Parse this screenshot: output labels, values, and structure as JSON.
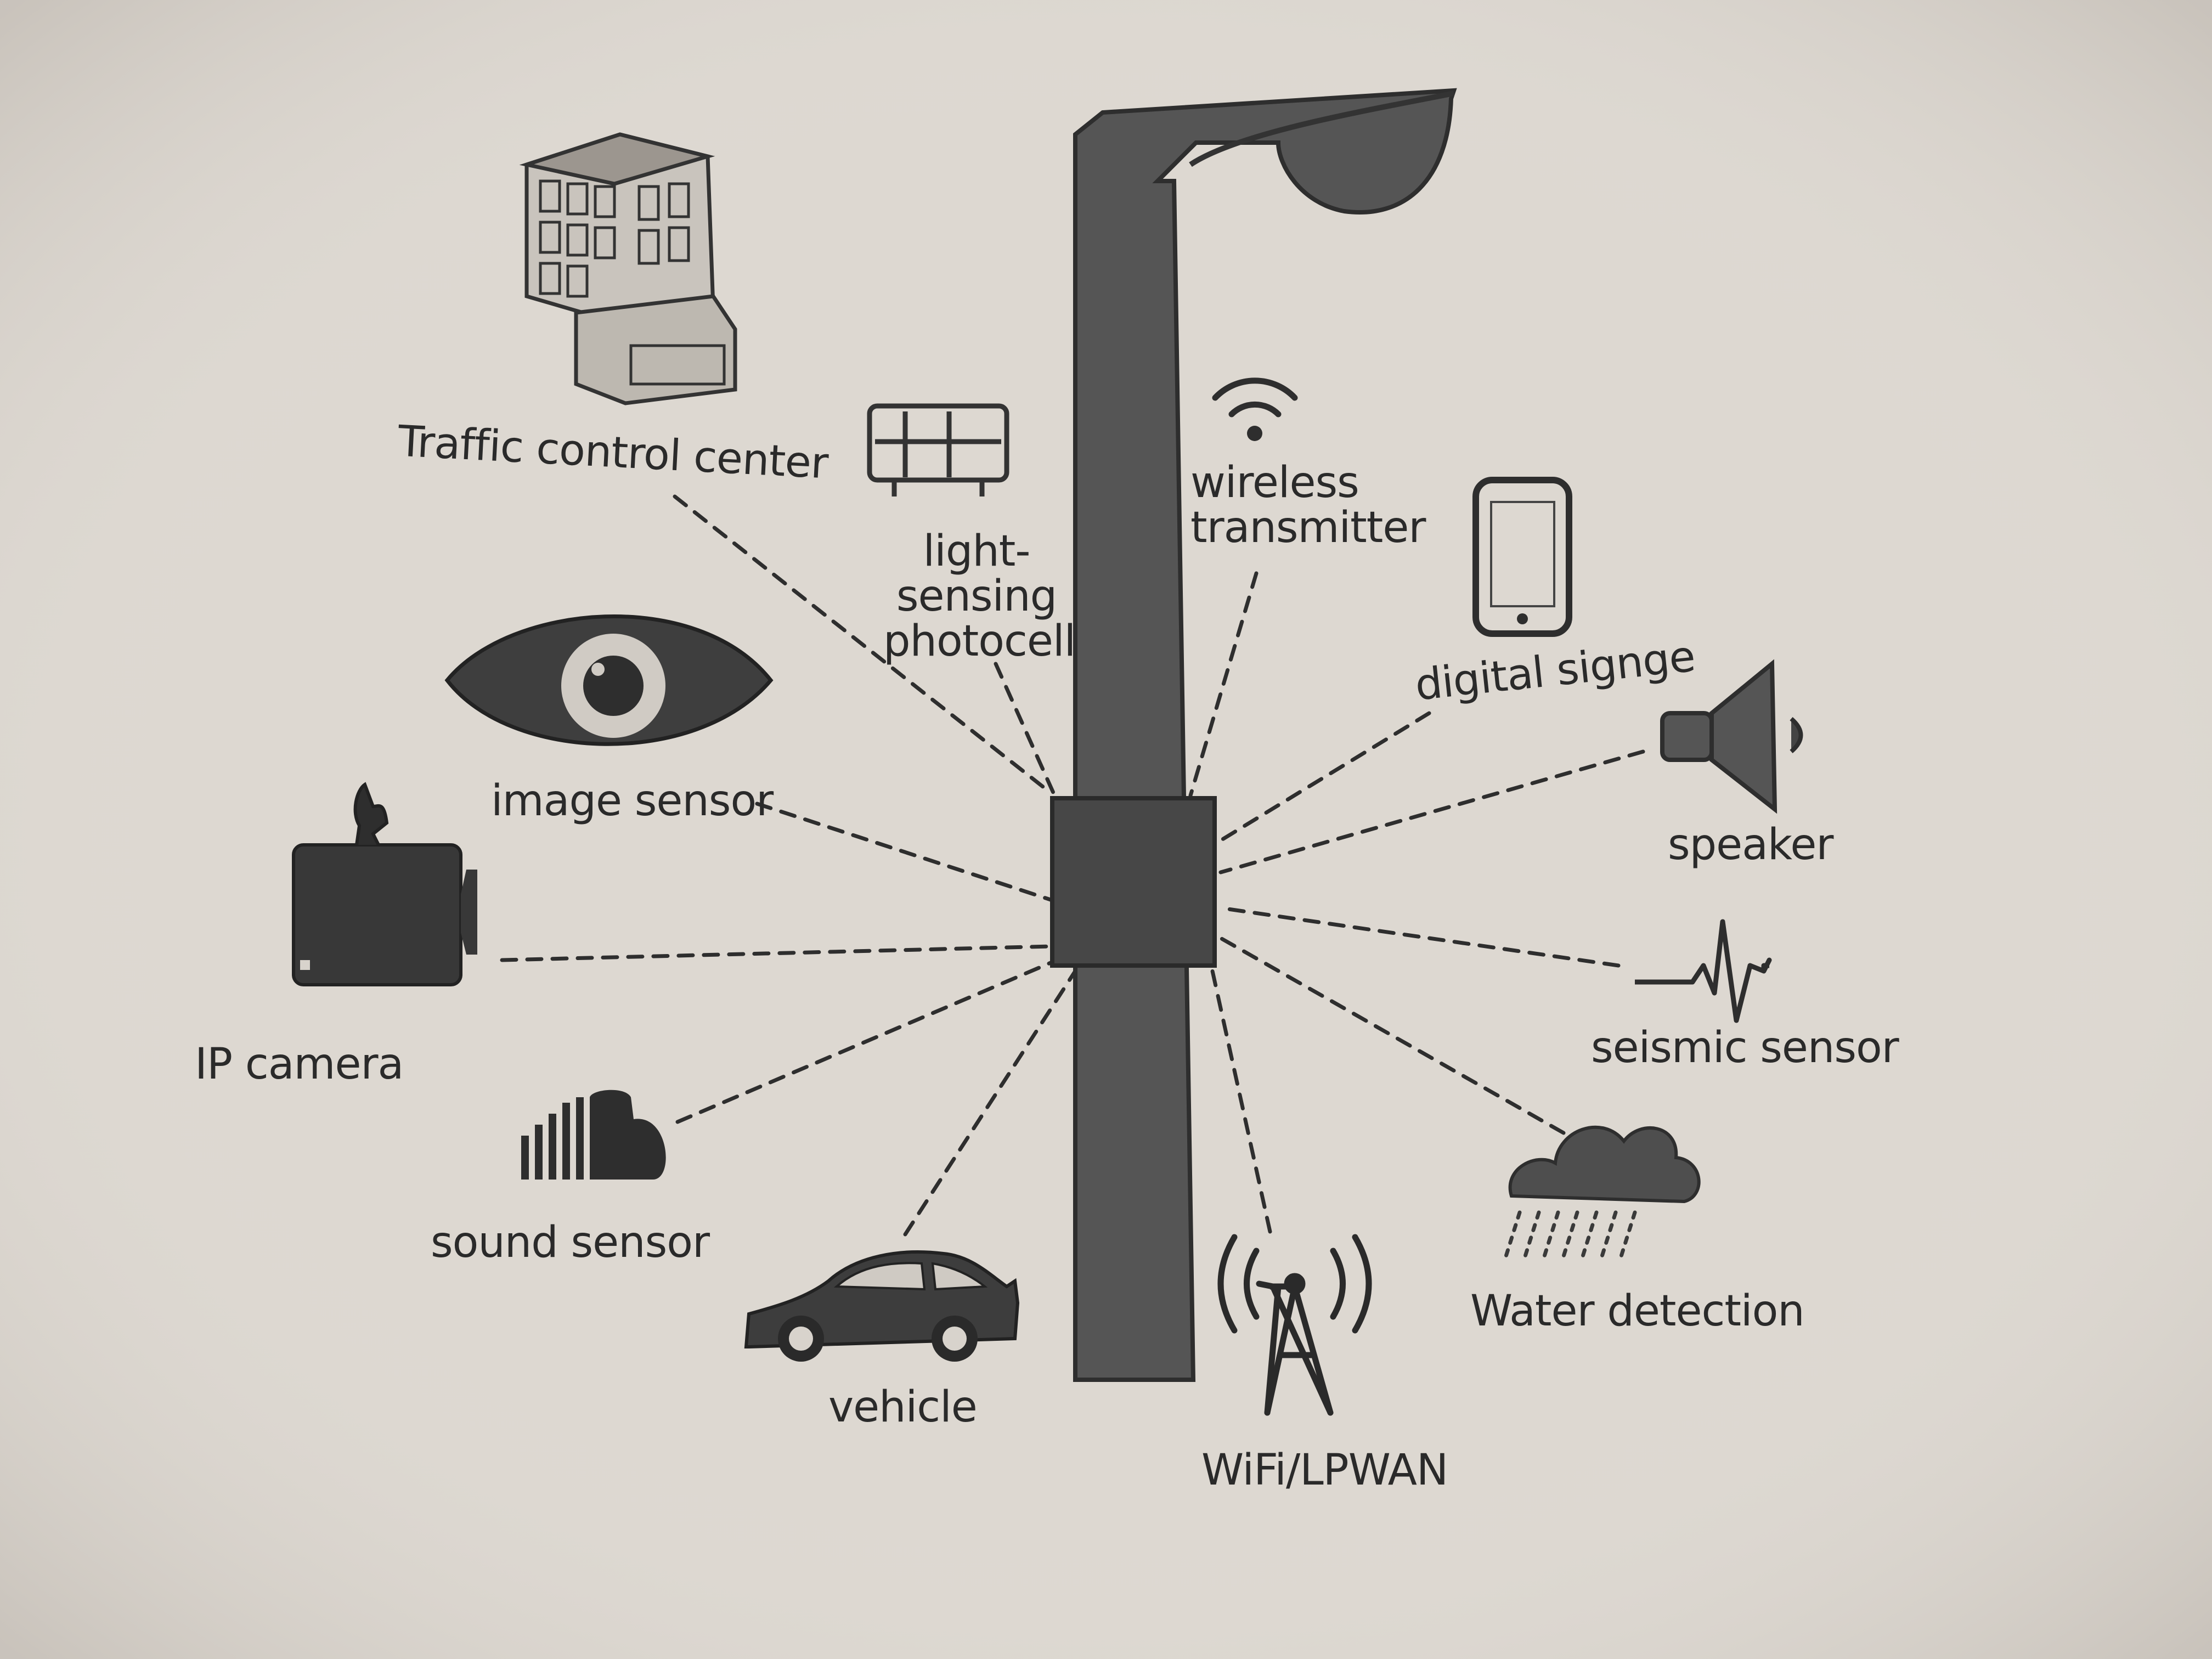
{
  "diagram": {
    "nodes": [
      {
        "id": "traffic_control_center",
        "label": "Traffic control center",
        "icon": "office-building-icon"
      },
      {
        "id": "light_sensing_photocell",
        "label": "light-sensing photocell",
        "icon": "photocell-panel-icon"
      },
      {
        "id": "wireless_transmitter",
        "label": "wireless transmitter",
        "icon": "wifi-signal-icon"
      },
      {
        "id": "digital_signage",
        "label": "digital signge",
        "icon": "smartphone-icon"
      },
      {
        "id": "speaker",
        "label": "speaker",
        "icon": "speaker-icon"
      },
      {
        "id": "seismic_sensor",
        "label": "seismic sensor",
        "icon": "seismic-wave-icon"
      },
      {
        "id": "water_detection",
        "label": "Water detection",
        "icon": "rain-cloud-icon"
      },
      {
        "id": "wifi_lpwan",
        "label": "WiFi/LPWAN",
        "icon": "antenna-tower-icon"
      },
      {
        "id": "vehicle",
        "label": "vehicle",
        "icon": "car-icon"
      },
      {
        "id": "sound_sensor",
        "label": "sound sensor",
        "icon": "sound-bars-icon"
      },
      {
        "id": "ip_camera",
        "label": "IP camera",
        "icon": "video-camera-icon"
      },
      {
        "id": "image_sensor",
        "label": "image sensor",
        "icon": "eye-icon"
      }
    ],
    "hub": {
      "id": "street_light_controller",
      "icon": "street-lamp-icon"
    },
    "edge_style": "dashed",
    "colors": {
      "paper": "#ddd8d1",
      "ink": "#2a2a2a",
      "fill": "#4a4a4a"
    }
  }
}
